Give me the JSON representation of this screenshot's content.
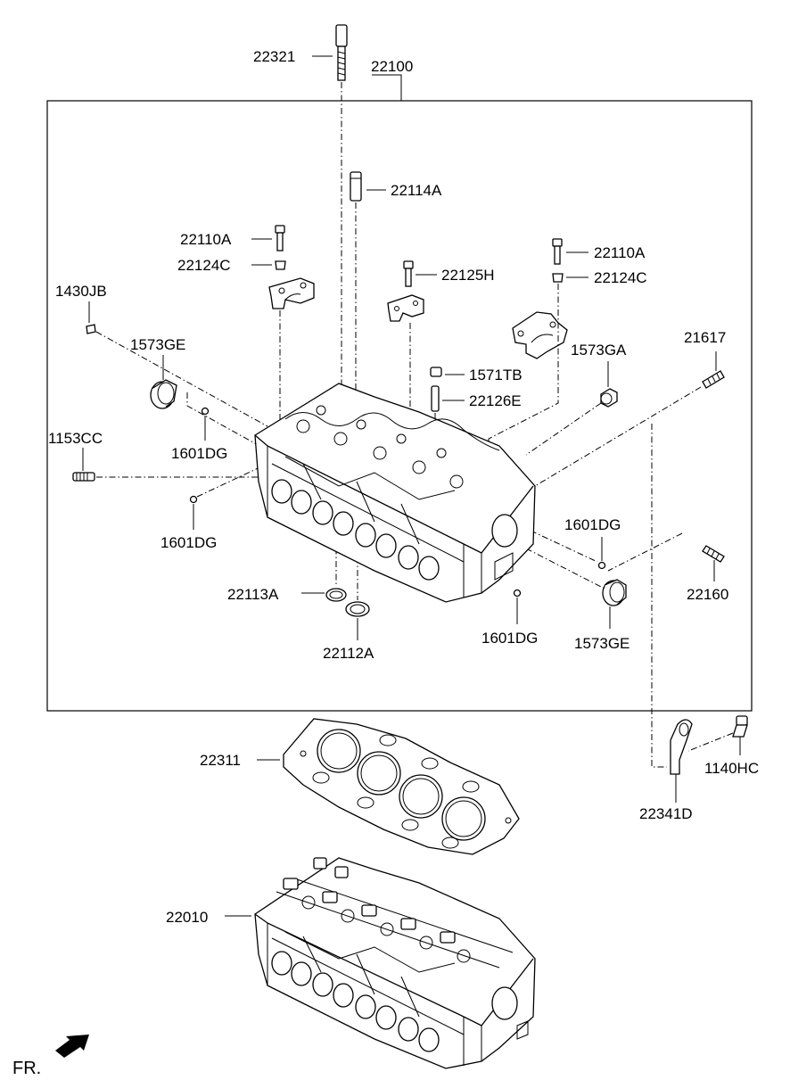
{
  "labels": {
    "p22321": "22321",
    "p22100": "22100",
    "p22114A": "22114A",
    "p22110A_l": "22110A",
    "p22124C_l": "22124C",
    "p22110A_r": "22110A",
    "p22124C_r": "22124C",
    "p22125H": "22125H",
    "p1430JB": "1430JB",
    "p1573GE_t": "1573GE",
    "p1573GA": "1573GA",
    "p21617": "21617",
    "p1571TB": "1571TB",
    "p22126E": "22126E",
    "p1153CC": "1153CC",
    "p1601DG_a": "1601DG",
    "p1601DG_b": "1601DG",
    "p1601DG_c": "1601DG",
    "p1601DG_d": "1601DG",
    "p22160": "22160",
    "p22113A": "22113A",
    "p22112A": "22112A",
    "p1573GE_b": "1573GE",
    "p22311": "22311",
    "p1140HC": "1140HC",
    "p22341D": "22341D",
    "p22010": "22010",
    "front": "FR."
  }
}
